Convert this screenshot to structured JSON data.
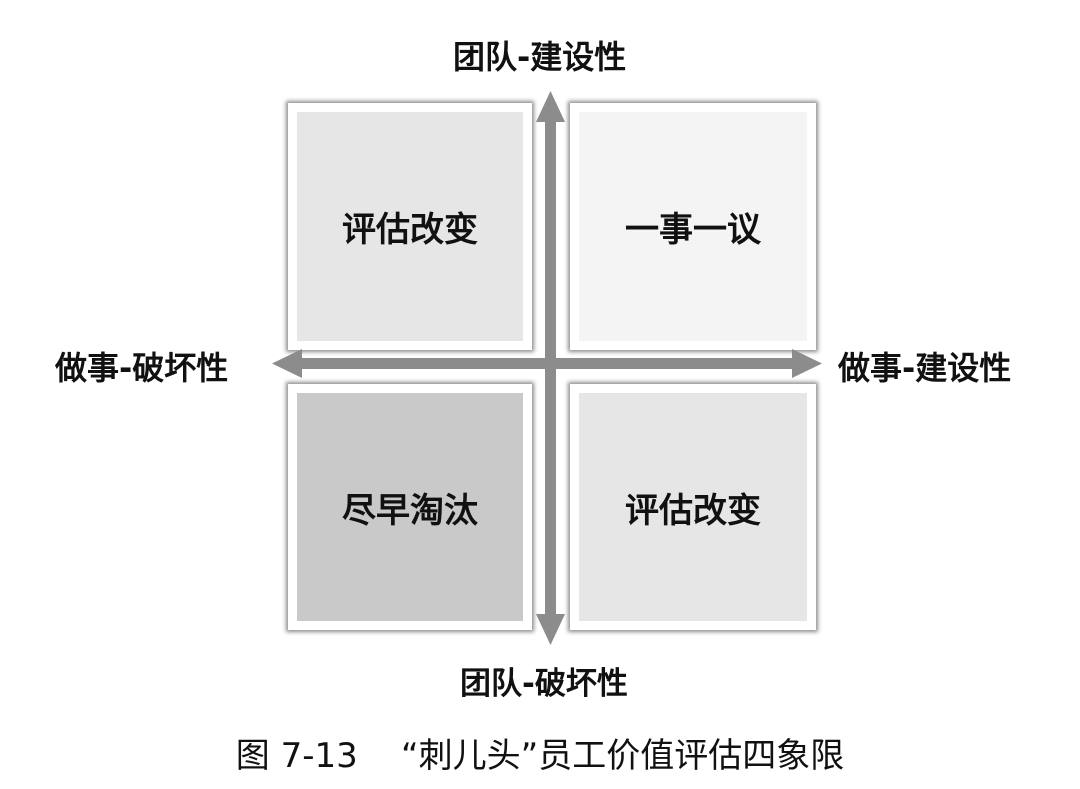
{
  "diagram": {
    "type": "quadrant",
    "axes": {
      "top": "团队-建设性",
      "bottom": "团队-破坏性",
      "left": "做事-破坏性",
      "right": "做事-建设性"
    },
    "quadrants": {
      "top_left": {
        "label": "评估改变",
        "fill": "#e6e6e6"
      },
      "top_right": {
        "label": "一事一议",
        "fill": "#f4f4f4"
      },
      "bottom_left": {
        "label": "尽早淘汰",
        "fill": "#c9c9c9"
      },
      "bottom_right": {
        "label": "评估改变",
        "fill": "#e6e6e6"
      }
    },
    "arrow_color": "#8c8c8c"
  },
  "caption": "图 7-13    “刺儿头”员工价值评估四象限"
}
